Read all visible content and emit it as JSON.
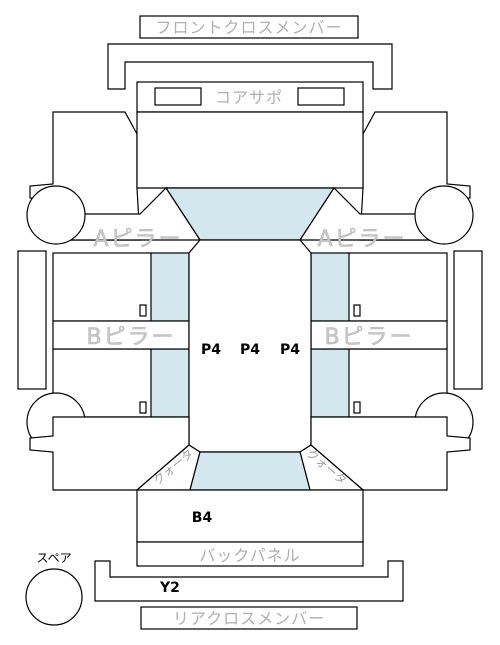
{
  "labels": {
    "front_cross_member": "フロントクロスメンバー",
    "core_support": "コアサポ",
    "a_pillar_left": "Aピラー",
    "a_pillar_right": "Aピラー",
    "b_pillar_left": "Bピラー",
    "b_pillar_right": "Bピラー",
    "quarter_left": "クォータ",
    "quarter_right": "クォータ",
    "back_panel": "バックパネル",
    "spare": "スペア",
    "rear_cross_member": "リアクロスメンバー"
  },
  "codes": {
    "roof_left": "P4",
    "roof_center": "P4",
    "roof_right": "P4",
    "trunk": "B4",
    "rear_member": "Y2"
  },
  "colors": {
    "glass": "#d3e8ee",
    "label_gray": "#b0b0b0",
    "outline": "#000000"
  }
}
